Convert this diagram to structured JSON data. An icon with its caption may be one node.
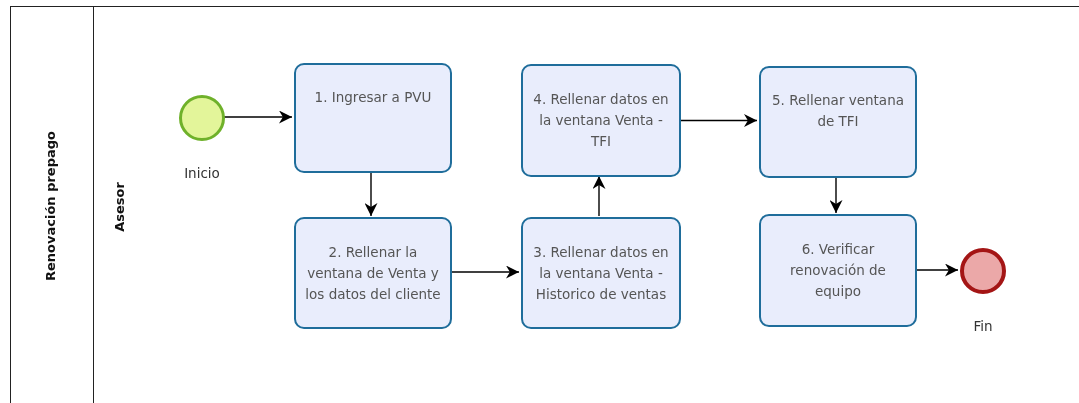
{
  "diagram": {
    "nodes": [
      {
        "text": [
          "Renovación prepago"
        ]
      },
      {
        "text": [
          "Asesor"
        ],
        "in": 0
      },
      {
        "text": [],
        "shape": "circle",
        "beside": [
          "Inicio"
        ],
        "in": 1
      },
      {
        "text": [
          "1. Ingresar a PVU"
        ],
        "in": 1
      },
      {
        "text": [
          "2. Rellenar la ventana de Venta y los datos del cliente"
        ],
        "in": 1
      },
      {
        "text": [
          "3. Rellenar datos en la ventana Venta - Historico de ventas"
        ],
        "in": 1
      },
      {
        "text": [
          "4. Rellenar datos en la ventana Venta - TFI"
        ],
        "in": 1
      },
      {
        "text": [
          "5. Rellenar ventana de TFI"
        ],
        "in": 1
      },
      {
        "text": [
          "6. Verificar renovación de equipo"
        ],
        "in": 1
      },
      {
        "text": [],
        "shape": "circle",
        "beside": [
          "Fin"
        ],
        "in": 1
      }
    ],
    "edges": [
      {
        "from": 2,
        "to": 3,
        "arrow": "to"
      },
      {
        "from": 3,
        "to": 4,
        "arrow": "to"
      },
      {
        "from": 4,
        "to": 5,
        "arrow": "to"
      },
      {
        "from": 5,
        "to": 6,
        "arrow": "to"
      },
      {
        "from": 6,
        "to": 7,
        "arrow": "to"
      },
      {
        "from": 7,
        "to": 8,
        "arrow": "to"
      },
      {
        "from": 8,
        "to": 9,
        "arrow": "to"
      }
    ]
  }
}
